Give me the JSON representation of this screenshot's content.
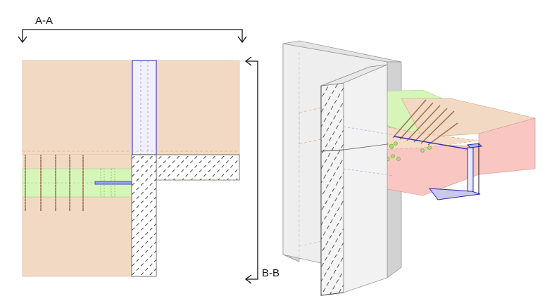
{
  "section_labels": {
    "horizontal": "A-A",
    "vertical": "B-B"
  },
  "colors": {
    "slab": "#f2d9c3",
    "insulation_band": "#d6f5b8",
    "slab_3d_side": "#f9c6c2",
    "wall_3d": "#eeeeee",
    "wall_3d_dark": "#d2d2d2",
    "steel_profile": "#3030b0",
    "hatch": "#333333",
    "dashed": "#e0a060"
  },
  "icons": {
    "section_arrow": "open-arrowhead"
  }
}
